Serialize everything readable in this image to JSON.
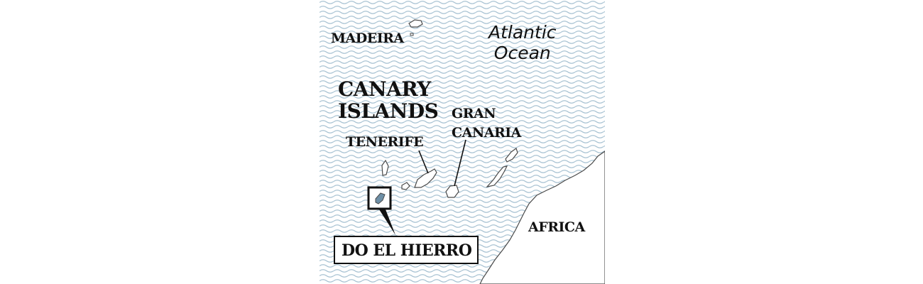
{
  "map": {
    "colors": {
      "water_lines": "#a9c3d3",
      "land": "#ffffff",
      "outline": "#4a4a4a",
      "highlight_island": "#6d8fa6",
      "ink": "#111111"
    },
    "labels": {
      "madeira": "MADEIRA",
      "ocean_line1": "Atlantic",
      "ocean_line2": "Ocean",
      "canary_line1": "CANARY",
      "canary_line2": "ISLANDS",
      "gran_line1": "GRAN",
      "gran_line2": "CANARIA",
      "tenerife": "TENERIFE",
      "africa": "AFRICA",
      "callout": "DO EL HIERRO"
    }
  }
}
